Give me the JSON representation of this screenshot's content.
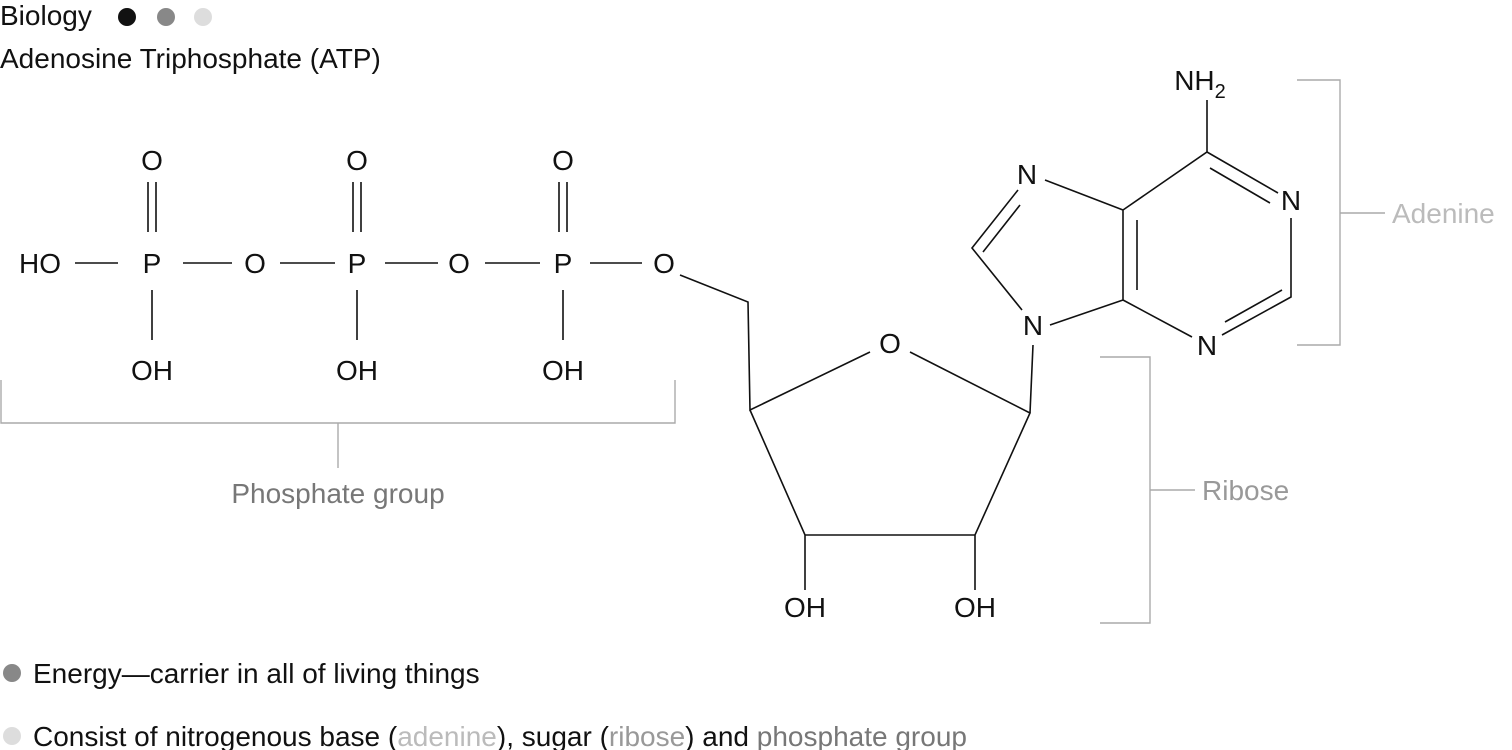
{
  "header": {
    "subject": "Biology",
    "title": "Adenosine Triphosphate (ATP)",
    "dot_colors": [
      "#111111",
      "#888888",
      "#dddddd"
    ]
  },
  "atoms": {
    "HO": "HO",
    "P": "P",
    "O": "O",
    "OH": "OH",
    "N": "N",
    "NH2": "NH",
    "NH2_sub": "2"
  },
  "labels": {
    "phosphate_group": "Phosphate group",
    "ribose": "Ribose",
    "adenine": "Adenine"
  },
  "colors": {
    "phosphate": "#777777",
    "ribose": "#999999",
    "adenine": "#bbbbbb"
  },
  "bullets": [
    {
      "text": "Energy—carrier in all of living things",
      "color": "#888888"
    },
    {
      "color": "#dddddd",
      "parts": [
        "Consist of nitrogenous base (",
        "adenine",
        "), sugar (",
        "ribose",
        ") and ",
        "phosphate group"
      ]
    }
  ]
}
